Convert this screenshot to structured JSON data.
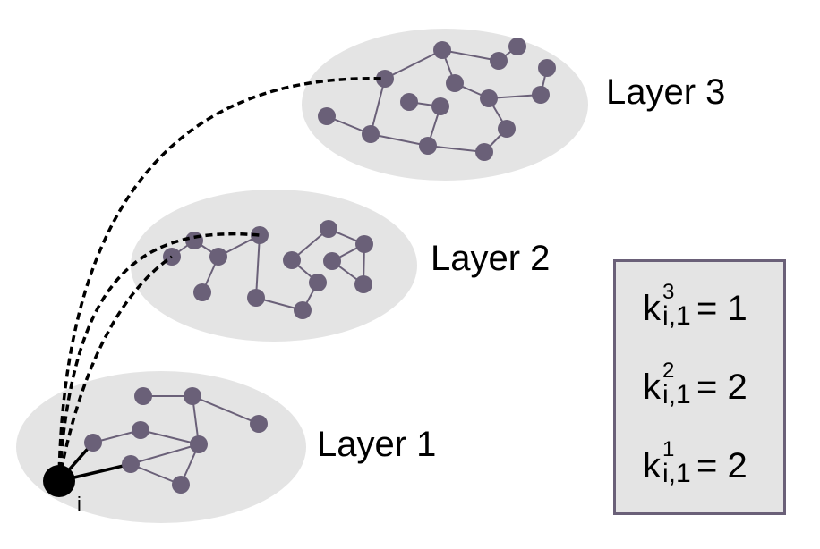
{
  "layers": [
    {
      "label": "Layer 3"
    },
    {
      "label": "Layer 2"
    },
    {
      "label": "Layer 1"
    }
  ],
  "node_i": {
    "label": "i"
  },
  "degree_box": [
    {
      "k": "k",
      "sup": "3",
      "sub": "i,1",
      "eq": "= 1"
    },
    {
      "k": "k",
      "sup": "2",
      "sub": "i,1",
      "eq": "= 2"
    },
    {
      "k": "k",
      "sup": "1",
      "sub": "i,1",
      "eq": "= 2"
    }
  ],
  "colors": {
    "node": "#6a6078",
    "layer": "#e4e4e4",
    "link": "#000000"
  }
}
